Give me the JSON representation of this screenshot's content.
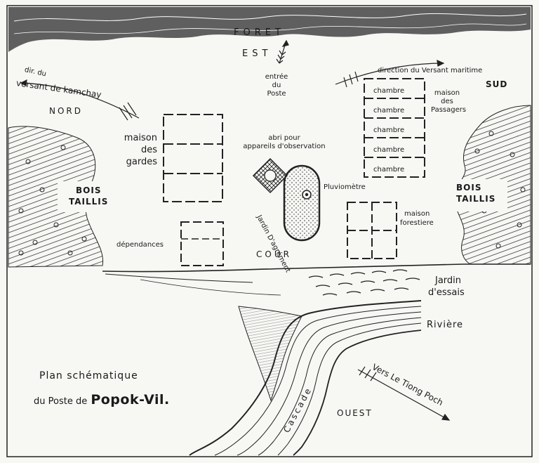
{
  "labels": {
    "foret": "FORET",
    "est": "EST",
    "entree": [
      "entrée",
      "du",
      "Poste"
    ],
    "dir_du": "dir. du",
    "versant_kamchay": "versant de kamchay",
    "nord": "NORD",
    "direction_maritime": "direction du Versant maritime",
    "sud": "SUD",
    "chambres": [
      "chambre",
      "chambre",
      "chambre",
      "chambre",
      "chambre"
    ],
    "maison_passagers": [
      "maison",
      "des",
      "Passagers"
    ],
    "maison_gardes": [
      "maison",
      "des",
      "gardes"
    ],
    "abri": [
      "abri pour",
      "appareils d'observation"
    ],
    "pluviometre": "Pluviomètre",
    "bois_taillis_left": [
      "BOIS",
      "TAILLIS"
    ],
    "bois_taillis_right": [
      "BOIS",
      "TAILLIS"
    ],
    "dependances": "dépendances",
    "jardin_agrement": "Jardin D'agrément",
    "cour": "COUR",
    "maison_forestiere": [
      "maison",
      "forestiere"
    ],
    "jardin_essais": [
      "Jardin",
      "d'essais"
    ],
    "riviere": "Rivière",
    "cascade": "Cascade",
    "ouest": "OUEST",
    "vers_tiong": "Vers Le Tiong Poch"
  },
  "title": {
    "line1": "Plan schématique",
    "line2_prefix": "du Poste de",
    "line2_name": "Popok-Vil."
  }
}
